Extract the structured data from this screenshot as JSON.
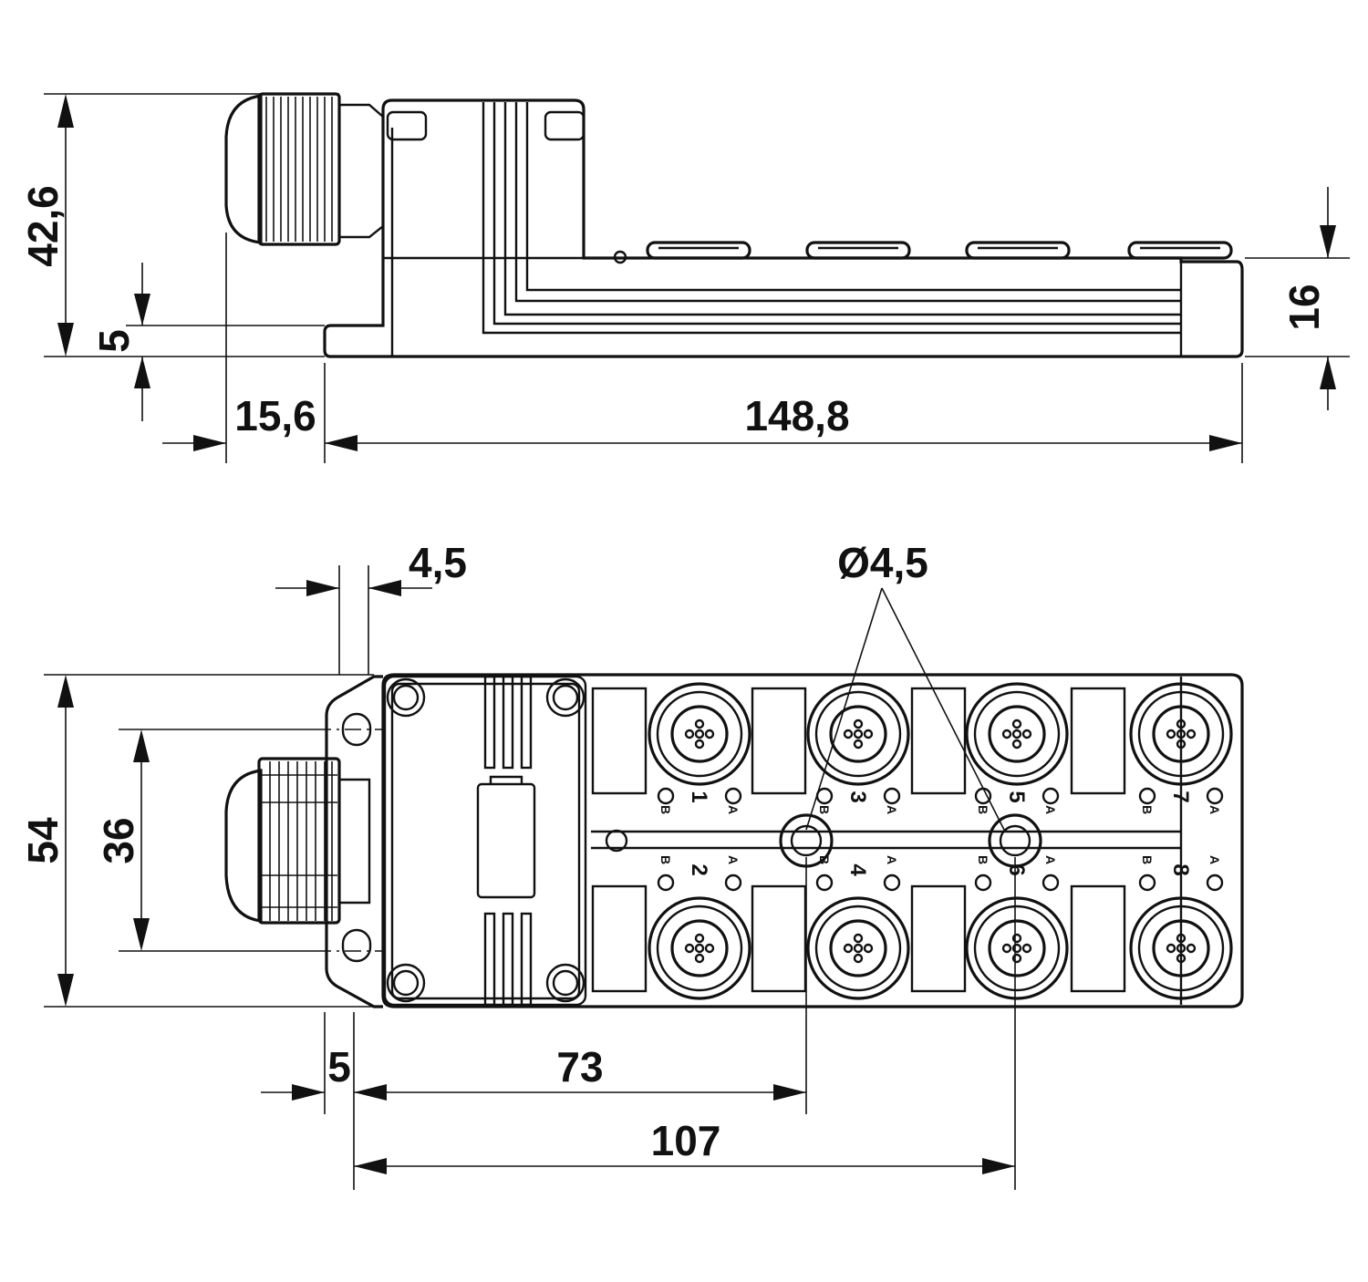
{
  "side_view": {
    "dims": {
      "total_height": "42,6",
      "base_flange": "5",
      "gland_offset": "15,6",
      "body_length": "148,8",
      "port_height": "16"
    }
  },
  "top_view": {
    "dims": {
      "width": "54",
      "hole_spacing": "36",
      "flange_slot": "4,5",
      "hole_diameter": "Ø4,5",
      "edge_offset": "5",
      "hole1_distance": "73",
      "hole2_distance": "107"
    },
    "ports": [
      {
        "number": "1",
        "led_b": "B",
        "led_a": "A"
      },
      {
        "number": "3",
        "led_b": "B",
        "led_a": "A"
      },
      {
        "number": "5",
        "led_b": "B",
        "led_a": "A"
      },
      {
        "number": "7",
        "led_b": "B",
        "led_a": "A"
      },
      {
        "number": "2",
        "led_b": "B",
        "led_a": "A"
      },
      {
        "number": "4",
        "led_b": "B",
        "led_a": "A"
      },
      {
        "number": "6",
        "led_b": "B",
        "led_a": "A"
      },
      {
        "number": "8",
        "led_b": "B",
        "led_a": "A"
      }
    ]
  }
}
